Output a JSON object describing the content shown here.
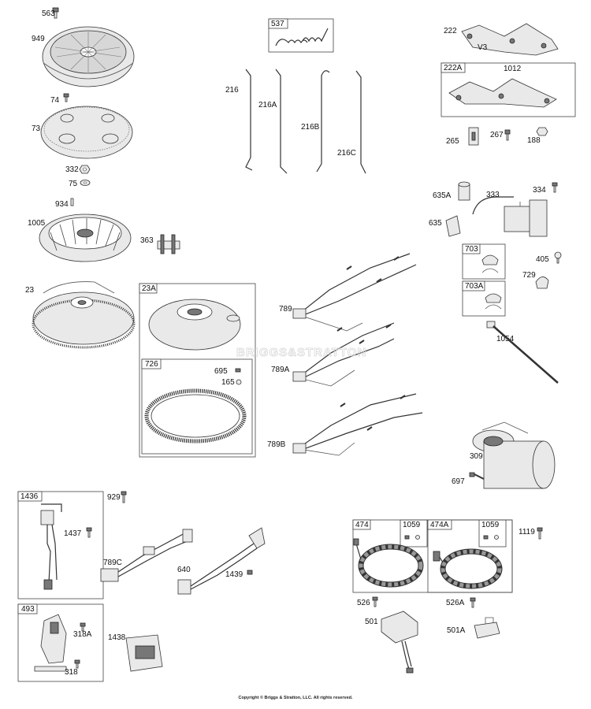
{
  "watermark": "BRIGGS&STRATTON",
  "copyright": "Copyright © Briggs & Stratton, LLC. All rights reserved.",
  "callouts": {
    "c563": "563",
    "c949": "949",
    "c74": "74",
    "c73": "73",
    "c332": "332",
    "c75": "75",
    "c934": "934",
    "c1005": "1005",
    "c363": "363",
    "c23": "23",
    "c537": "537",
    "c216": "216",
    "c216A": "216A",
    "c216B": "216B",
    "c216C": "216C",
    "c222": "222",
    "c222A": "222A",
    "c1012": "1012",
    "c265": "265",
    "c267": "267",
    "c188": "188",
    "c635A": "635A",
    "c333": "333",
    "c334": "334",
    "c635": "635",
    "c703": "703",
    "c703A": "703A",
    "c405": "405",
    "c729": "729",
    "c1054": "1054",
    "c23A": "23A",
    "c726": "726",
    "c695": "695",
    "c165": "165",
    "c789": "789",
    "c789A": "789A",
    "c789B": "789B",
    "c309": "309",
    "c697": "697",
    "c1436": "1436",
    "c1437": "1437",
    "c929": "929",
    "c789C": "789C",
    "c640": "640",
    "c1439": "1439",
    "c493": "493",
    "c318A": "318A",
    "c318": "318",
    "c1438": "1438",
    "c474": "474",
    "c1059a": "1059",
    "c474A": "474A",
    "c1059b": "1059",
    "c1119": "1119",
    "c526": "526",
    "c526A": "526A",
    "c501": "501",
    "c501A": "501A",
    "v3": "V3"
  }
}
